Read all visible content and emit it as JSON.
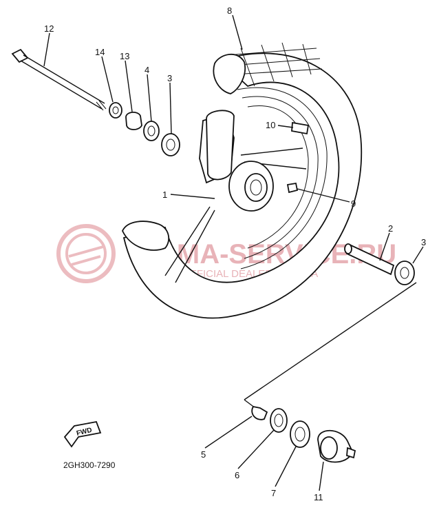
{
  "diagram": {
    "drawing_code": "2GH300-7290",
    "fwd_label": "FWD",
    "watermark": {
      "brand": "YAMA-SERVICE.RU",
      "tagline": "WORLD OFFICIAL DEALER YAMAHA"
    },
    "callouts": [
      {
        "id": "c8",
        "label": "8"
      },
      {
        "id": "c12",
        "label": "12"
      },
      {
        "id": "c14",
        "label": "14"
      },
      {
        "id": "c13",
        "label": "13"
      },
      {
        "id": "c4",
        "label": "4"
      },
      {
        "id": "c3a",
        "label": "3"
      },
      {
        "id": "c10",
        "label": "10"
      },
      {
        "id": "c1",
        "label": "1"
      },
      {
        "id": "c9",
        "label": "9"
      },
      {
        "id": "c2",
        "label": "2"
      },
      {
        "id": "c3b",
        "label": "3"
      },
      {
        "id": "c5",
        "label": "5"
      },
      {
        "id": "c6",
        "label": "6"
      },
      {
        "id": "c7",
        "label": "7"
      },
      {
        "id": "c11",
        "label": "11"
      }
    ]
  }
}
